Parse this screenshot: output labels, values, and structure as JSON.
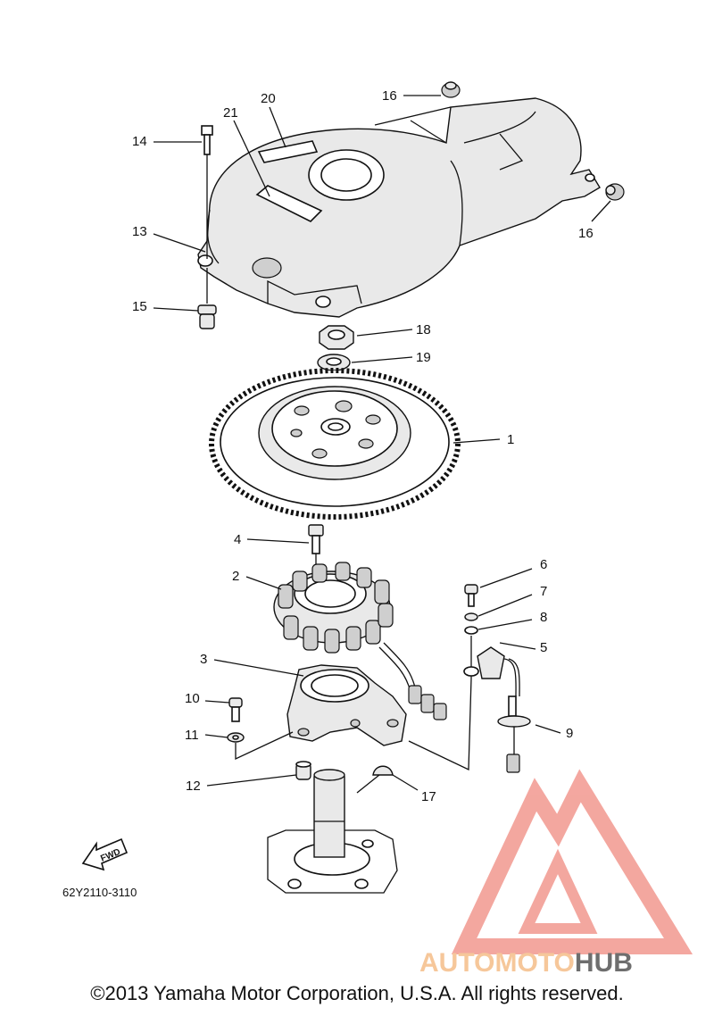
{
  "diagram": {
    "callouts": [
      {
        "id": "1",
        "label": "1"
      },
      {
        "id": "2",
        "label": "2"
      },
      {
        "id": "3",
        "label": "3"
      },
      {
        "id": "4",
        "label": "4"
      },
      {
        "id": "5",
        "label": "5"
      },
      {
        "id": "6",
        "label": "6"
      },
      {
        "id": "7",
        "label": "7"
      },
      {
        "id": "8",
        "label": "8"
      },
      {
        "id": "9",
        "label": "9"
      },
      {
        "id": "10",
        "label": "10"
      },
      {
        "id": "11",
        "label": "11"
      },
      {
        "id": "12",
        "label": "12"
      },
      {
        "id": "13",
        "label": "13"
      },
      {
        "id": "14",
        "label": "14"
      },
      {
        "id": "15",
        "label": "15"
      },
      {
        "id": "16a",
        "label": "16"
      },
      {
        "id": "16b",
        "label": "16"
      },
      {
        "id": "17",
        "label": "17"
      },
      {
        "id": "18",
        "label": "18"
      },
      {
        "id": "19",
        "label": "19"
      },
      {
        "id": "20",
        "label": "20"
      },
      {
        "id": "21",
        "label": "21"
      }
    ],
    "fwd_label": "FWD",
    "diagram_code": "62Y2110-3110"
  },
  "watermark": {
    "text_part1": "AUTOMOTO",
    "text_part2": "HUB",
    "color_part1": "#f6c79a",
    "color_part2": "#6e6e6e",
    "logo_color": "#f08a80"
  },
  "footer": {
    "copyright": "©2013 Yamaha Motor Corporation, U.S.A. All rights reserved."
  }
}
